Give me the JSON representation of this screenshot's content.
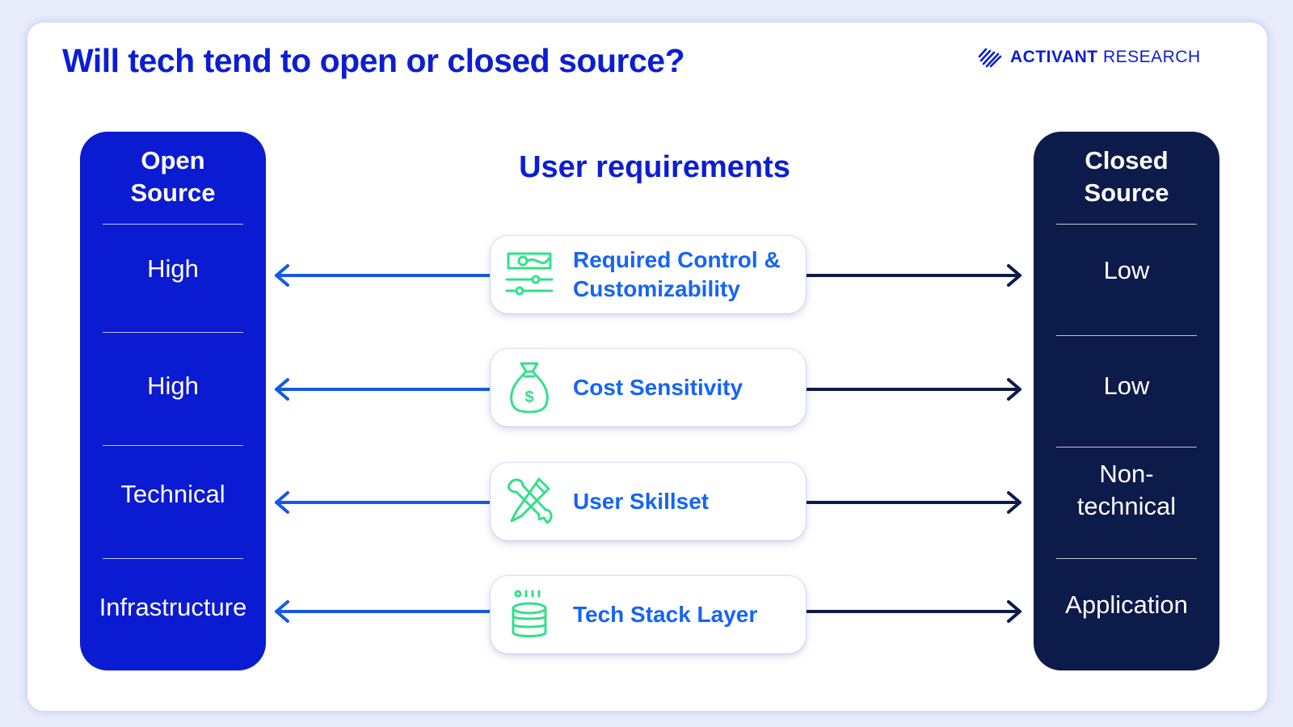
{
  "title": "Will tech tend to open or closed source?",
  "logo": {
    "brand": "ACTIVANT",
    "suffix": " RESEARCH"
  },
  "center_title": "User requirements",
  "open_source": {
    "heading_line1": "Open",
    "heading_line2": "Source",
    "values": [
      "High",
      "High",
      "Technical",
      "Infrastructure"
    ]
  },
  "closed_source": {
    "heading_line1": "Closed",
    "heading_line2": "Source",
    "values": [
      "Low",
      "Low",
      "Non-technical",
      "Application"
    ],
    "values_display": [
      "Low",
      "Low",
      "Non-",
      "technical",
      "Application"
    ]
  },
  "requirements": [
    {
      "label_line1": "Required Control &",
      "label_line2": "Customizability",
      "icon": "control-sliders-icon"
    },
    {
      "label_line1": "Cost Sensitivity",
      "icon": "money-bag-icon"
    },
    {
      "label_line1": "User Skillset",
      "icon": "wrench-pencil-icon"
    },
    {
      "label_line1": "Tech Stack Layer",
      "icon": "stack-layers-icon"
    }
  ],
  "colors": {
    "title_blue": "#0b1ed3",
    "open_column": "#0b1bd2",
    "closed_column": "#0d1b4a",
    "label_blue": "#1564f5",
    "icon_green": "#33e08a",
    "arrow_left": "#1559e8",
    "arrow_right": "#0d1b4a"
  }
}
